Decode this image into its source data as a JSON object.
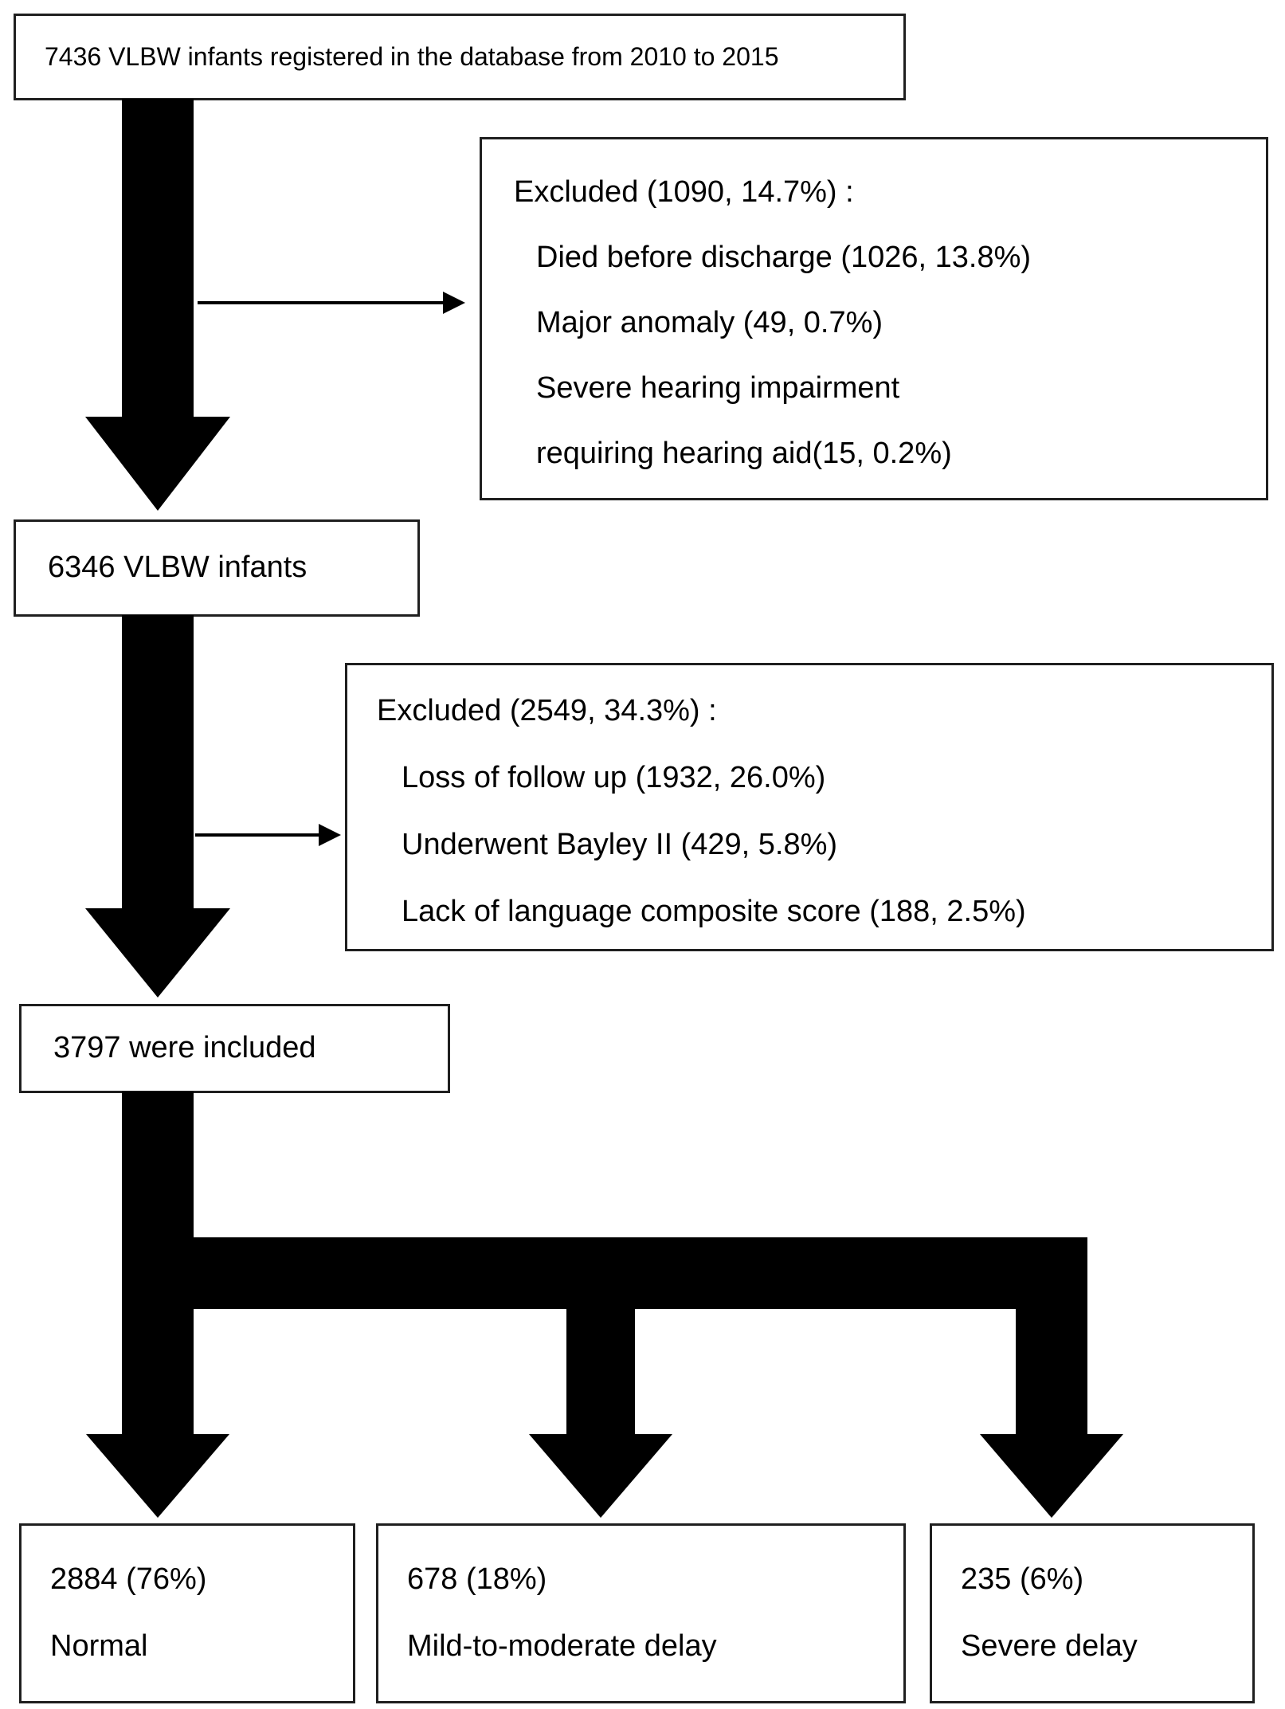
{
  "colors": {
    "arrow": "#000000",
    "box_border": "#1f1f1f",
    "background": "#ffffff",
    "text": "#000000"
  },
  "nodes": {
    "registered": "7436 VLBW infants registered in the database from 2010 to 2015",
    "vlbw": "6346 VLBW infants",
    "included": "3797 were included"
  },
  "exclusion1": {
    "title": "Excluded (1090, 14.7%) :",
    "items": [
      "Died before discharge (1026, 13.8%)",
      "Major anomaly (49, 0.7%)",
      "Severe hearing impairment",
      "requiring hearing aid(15, 0.2%)"
    ]
  },
  "exclusion2": {
    "title": "Excluded (2549, 34.3%) :",
    "items": [
      "Loss of follow up (1932, 26.0%)",
      "Underwent Bayley II (429, 5.8%)",
      "Lack of language composite score (188, 2.5%)"
    ]
  },
  "outcomes": [
    {
      "count": "2884 (76%)",
      "label": "Normal"
    },
    {
      "count": "678 (18%)",
      "label": "Mild-to-moderate delay"
    },
    {
      "count": "235 (6%)",
      "label": "Severe delay"
    }
  ]
}
